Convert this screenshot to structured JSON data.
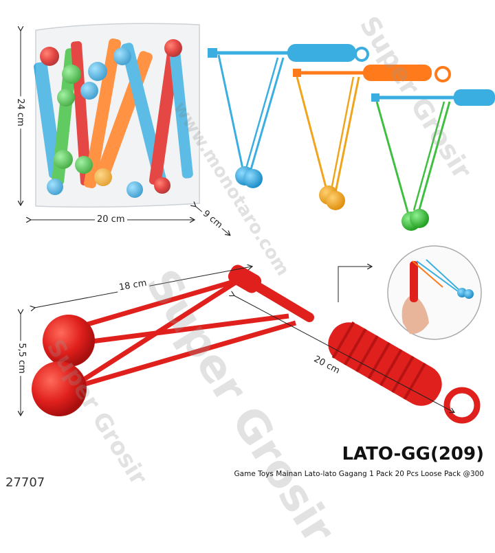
{
  "product": {
    "code": "LATO-GG(209)",
    "description": "Game Toys Mainan Lato-lato Gagang 1 Pack 20 Pcs Loose Pack @300",
    "catalog_number": "27707"
  },
  "dimensions": {
    "bag_height": "24 cm",
    "bag_width": "20 cm",
    "bag_depth": "9 cm",
    "toy_string_length": "18 cm",
    "toy_ball_size": "5,5 cm",
    "toy_handle_length": "20 cm"
  },
  "watermark": {
    "brand": "Super Grosir",
    "site": "www.monotaro.com"
  },
  "colors": {
    "red": "#e0201c",
    "blue": "#3aaee0",
    "orange": "#ff7a1a",
    "green": "#3fbf3f",
    "yellow": "#f0a41c"
  }
}
